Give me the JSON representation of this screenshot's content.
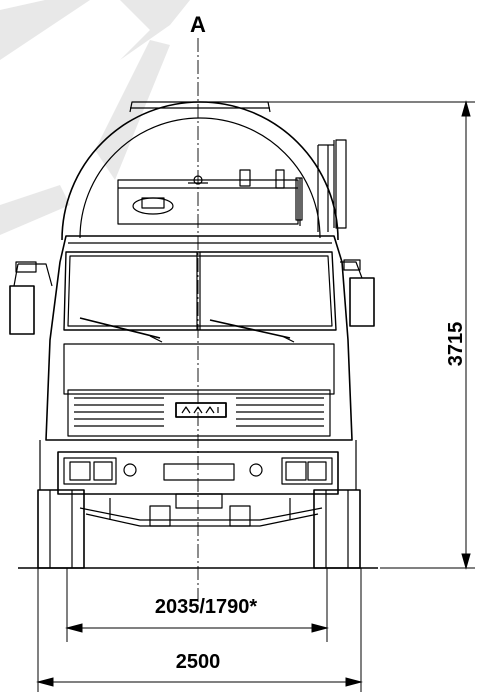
{
  "view_label": "A",
  "dimensions": {
    "height": "3715",
    "track_width": "2035/1790*",
    "overall_width": "2500"
  },
  "colors": {
    "line": "#000000",
    "watermark": "#e6e6e6",
    "background": "#ffffff"
  }
}
